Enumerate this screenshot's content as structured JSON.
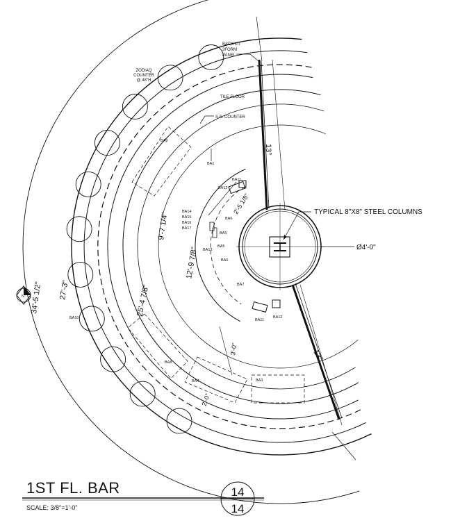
{
  "title": "1ST FL. BAR",
  "scale": "SCALE: 3/8\"=1'-0\"",
  "sheet_top": "14",
  "sheet_bottom": "14",
  "north_mark": "N",
  "notes": {
    "zodiaq": [
      "ZODIAQ",
      "COUNTER",
      "@ 48\"H"
    ],
    "back_lit": [
      "BACK LIT",
      "3FORM",
      "PANEL"
    ],
    "tile_floor": "TILE FLOOR",
    "ss_counter": "S.S. COUNTER",
    "typical_columns": "TYPICAL 8\"X8\" STEEL COLUMNS"
  },
  "dimensions": {
    "dia_outer": "34'-5 1/2\"",
    "dia_27": "27'-3\"",
    "dia_25": "25'-4 7/8\"",
    "dia_9": "9'-7 1/4\"",
    "dia_12": "12'-9 7/8\"",
    "column_dia": "Ø4'-0\"",
    "angle_top": "13°",
    "angle_bottom": "13°",
    "dim_2_5": "2'-5 1/8\"",
    "dim_3_0": "3'-0\"",
    "dim_2_0": "2'-0\""
  },
  "tags": {
    "ba1": "BA1",
    "ba3": "BA3",
    "ba4": "BA4",
    "ba5a": "BA5",
    "ba5b": "BA5",
    "ba7": "BA7",
    "ba8": "BA8",
    "ba9": "BA9",
    "ba10": "BA10",
    "ba11a": "BA11",
    "ba11b": "BA11",
    "ba12a": "BA12",
    "ba12b": "BA12",
    "ba13": "BA13",
    "ba14": "BA14",
    "ba15": "BA15",
    "ba16": "BA16",
    "ba17": "BA17",
    "ba6a": "BA6",
    "ba6b": "BA6"
  }
}
